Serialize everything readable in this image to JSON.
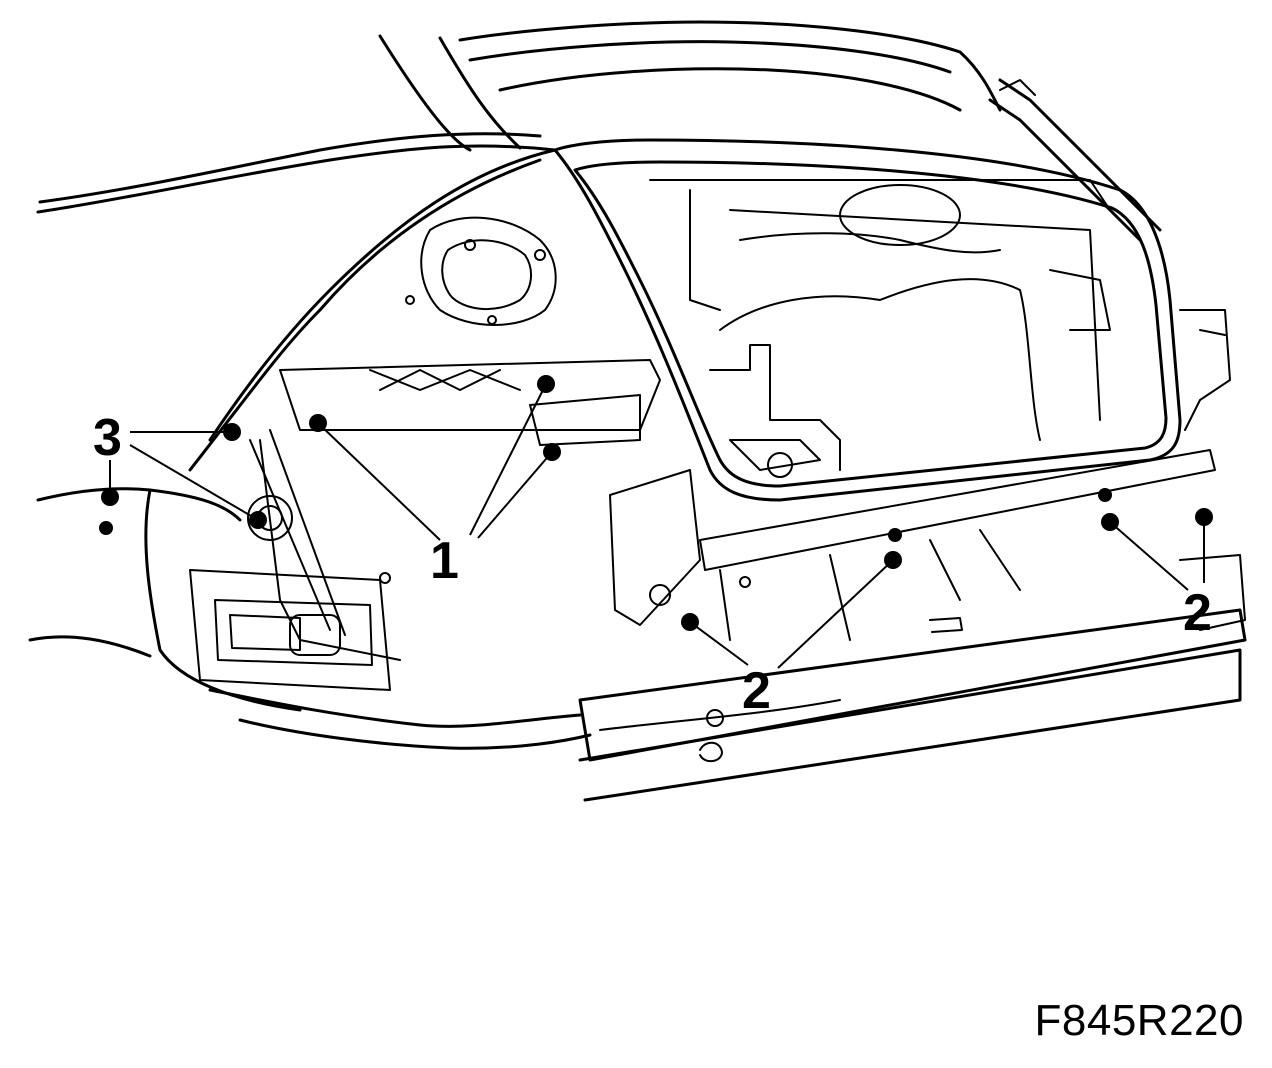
{
  "callouts": {
    "c1": "1",
    "c2a": "2",
    "c2b": "2",
    "c3": "3"
  },
  "figure_code": "F845R220"
}
